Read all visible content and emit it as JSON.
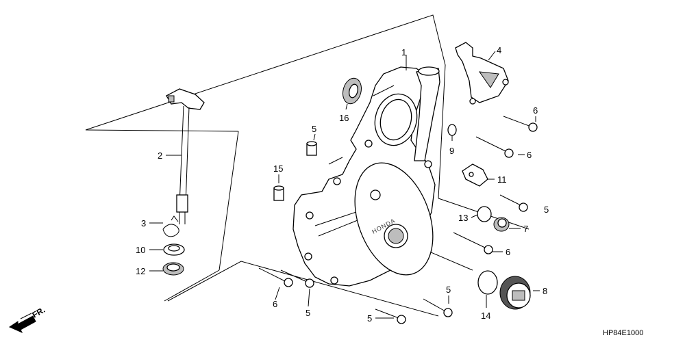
{
  "callouts": {
    "c1": "1",
    "c2": "2",
    "c3": "3",
    "c4": "4",
    "c5a": "5",
    "c5b": "5",
    "c5c": "5",
    "c5d": "5",
    "c5e": "5",
    "c6a": "6",
    "c6b": "6",
    "c6c": "6",
    "c6d": "6",
    "c7": "7",
    "c8": "8",
    "c9": "9",
    "c10": "10",
    "c11": "11",
    "c12": "12",
    "c13": "13",
    "c14": "14",
    "c15": "15",
    "c16": "16"
  },
  "direction_label": "FR.",
  "emboss_text": "HONDA",
  "diagram_code": "HP84E1000"
}
